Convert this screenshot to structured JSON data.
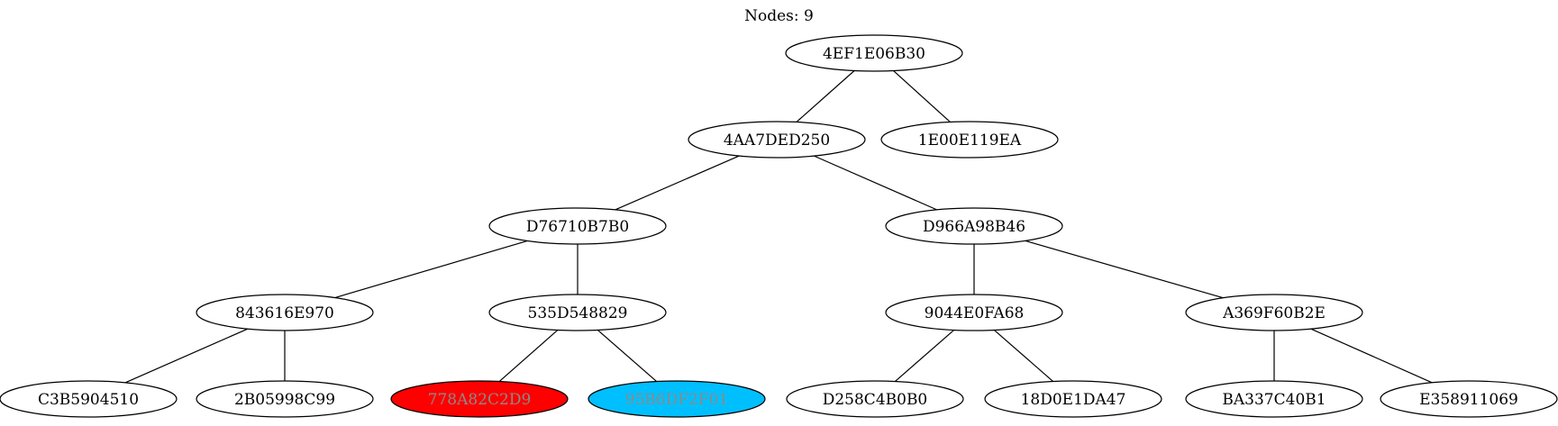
{
  "title": "Nodes: 9",
  "nodes": [
    {
      "id": "n1",
      "label": "4EF1E06B30",
      "fill": "#ffffff",
      "text_color": "#000000"
    },
    {
      "id": "n2",
      "label": "4AA7DED250",
      "fill": "#ffffff",
      "text_color": "#000000"
    },
    {
      "id": "n3",
      "label": "1E00E119EA",
      "fill": "#ffffff",
      "text_color": "#000000"
    },
    {
      "id": "n4",
      "label": "D76710B7B0",
      "fill": "#ffffff",
      "text_color": "#000000"
    },
    {
      "id": "n5",
      "label": "D966A98B46",
      "fill": "#ffffff",
      "text_color": "#000000"
    },
    {
      "id": "n6",
      "label": "843616E970",
      "fill": "#ffffff",
      "text_color": "#000000"
    },
    {
      "id": "n7",
      "label": "535D548829",
      "fill": "#ffffff",
      "text_color": "#000000"
    },
    {
      "id": "n8",
      "label": "9044E0FA68",
      "fill": "#ffffff",
      "text_color": "#000000"
    },
    {
      "id": "n9",
      "label": "A369F60B2E",
      "fill": "#ffffff",
      "text_color": "#000000"
    },
    {
      "id": "n10",
      "label": "C3B5904510",
      "fill": "#ffffff",
      "text_color": "#000000"
    },
    {
      "id": "n11",
      "label": "2B05998C99",
      "fill": "#ffffff",
      "text_color": "#000000"
    },
    {
      "id": "n12",
      "label": "778A82C2D9",
      "fill": "#ff0000",
      "text_color": "#8a8a8a"
    },
    {
      "id": "n13",
      "label": "95B6DF2F01",
      "fill": "#00bfff",
      "text_color": "#8a8a8a"
    },
    {
      "id": "n14",
      "label": "D258C4B0B0",
      "fill": "#ffffff",
      "text_color": "#000000"
    },
    {
      "id": "n15",
      "label": "18D0E1DA47",
      "fill": "#ffffff",
      "text_color": "#000000"
    },
    {
      "id": "n16",
      "label": "BA337C40B1",
      "fill": "#ffffff",
      "text_color": "#000000"
    },
    {
      "id": "n17",
      "label": "E358911069",
      "fill": "#ffffff",
      "text_color": "#000000"
    }
  ],
  "edges": [
    [
      "n1",
      "n2"
    ],
    [
      "n1",
      "n3"
    ],
    [
      "n2",
      "n4"
    ],
    [
      "n2",
      "n5"
    ],
    [
      "n4",
      "n6"
    ],
    [
      "n4",
      "n7"
    ],
    [
      "n5",
      "n8"
    ],
    [
      "n5",
      "n9"
    ],
    [
      "n6",
      "n10"
    ],
    [
      "n6",
      "n11"
    ],
    [
      "n7",
      "n12"
    ],
    [
      "n7",
      "n13"
    ],
    [
      "n8",
      "n14"
    ],
    [
      "n8",
      "n15"
    ],
    [
      "n9",
      "n16"
    ],
    [
      "n9",
      "n17"
    ]
  ],
  "colors": {
    "stroke": "#000000",
    "background": "#ffffff"
  }
}
